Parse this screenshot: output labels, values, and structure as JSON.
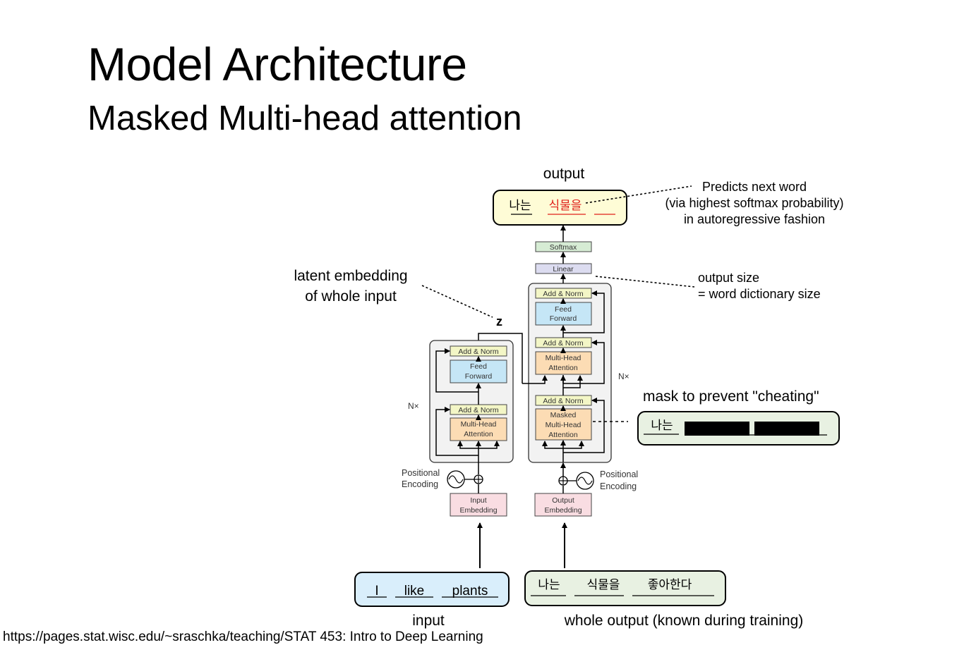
{
  "slide": {
    "title": "Model Architecture",
    "subtitle": "Masked Multi-head attention",
    "footer": "https://pages.stat.wisc.edu/~sraschka/teaching/STAT 453: Intro to Deep Learning"
  },
  "labels": {
    "output": "output",
    "input": "input",
    "whole_output": "whole output  (known during training)",
    "latent_1": "latent embedding",
    "latent_2": "of whole input",
    "z": "z",
    "predict_1": "Predicts next word",
    "predict_2": "(via highest softmax probability)",
    "predict_3": "in autoregressive fashion",
    "outsize_1": "output size",
    "outsize_2": "= word dictionary size",
    "mask_title": "mask to prevent \"cheating\""
  },
  "tokens": {
    "output_box": [
      "나는",
      "식물을"
    ],
    "input_box": [
      "I",
      "like",
      "plants"
    ],
    "whole_output_box": [
      "나는",
      "식물을",
      "좋아한다"
    ],
    "mask_box": [
      "나는"
    ]
  },
  "blocks": {
    "softmax": "Softmax",
    "linear": "Linear",
    "add_norm": "Add & Norm",
    "feed_forward_1": "Feed",
    "feed_forward_2": "Forward",
    "mha_1": "Multi-Head",
    "mha_2": "Attention",
    "masked": "Masked",
    "nx": "N×",
    "pos_enc_1": "Positional",
    "pos_enc_2": "Encoding",
    "input_emb_1": "Input",
    "input_emb_2": "Embedding",
    "output_emb_1": "Output",
    "output_emb_2": "Embedding"
  },
  "colors": {
    "add_norm": "#f3f6c6",
    "feed_forward": "#c5e6f6",
    "attention": "#fcdcb4",
    "embedding": "#f9dde2",
    "softmax": "#d6ecd4",
    "linear": "#dcdcf0",
    "stack_bg": "#f2f2f2",
    "predicted_token": "#e0201b",
    "output_box": "#fefcd6",
    "input_box": "#d9eefb",
    "whole_output_box": "#e8f1e2"
  }
}
